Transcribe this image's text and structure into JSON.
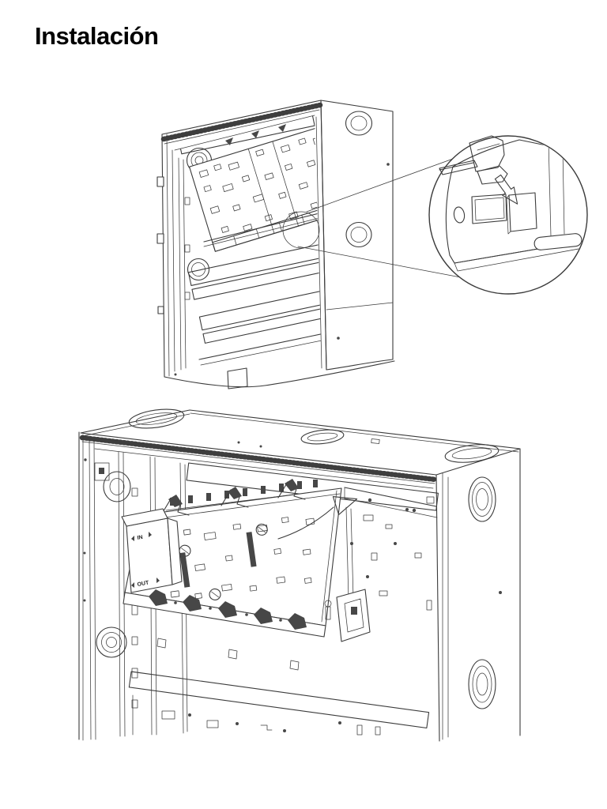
{
  "page": {
    "title": "Instalación",
    "background_color": "#ffffff"
  },
  "labels": {
    "module_in": "IN",
    "module_out": "OUT"
  },
  "colors": {
    "title_color": "#000000",
    "line": "#3b3b3b",
    "accent_green": "#55a368",
    "detail_panel_fill": "#e4e4e4",
    "detail_panel_shadow": "#cfcfcf",
    "clip_fill": "#8f8f8f",
    "clip_foot_fill": "#9c9c9c",
    "clip_strip_fill": "#b8b8b8",
    "arrow_fill": "#1a1a1a"
  }
}
